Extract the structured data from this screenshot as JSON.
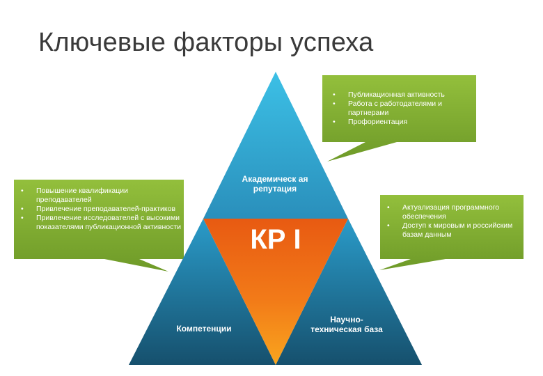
{
  "title": "Ключевые факторы успеха",
  "triangle": {
    "top_label": "Академическ ая репутация",
    "left_label": "Компетенции",
    "right_label": "Научно-техническая база",
    "center_label": "КР І"
  },
  "callouts": {
    "top": [
      "Публикационная активность",
      "Работа с работодателями и партнерами",
      "Профориентация"
    ],
    "left": [
      "Повышение квалификации преподавателей",
      "Привлечение преподавателей-практиков",
      "Привлечение исследователей с высокими показателями публикационной активности"
    ],
    "right": [
      "Актуализация программного обеспечения",
      "Доступ к мировым и российским базам данным"
    ]
  },
  "colors": {
    "triangle_top": "#35b2dd",
    "triangle_bottom": "#1a5f7f",
    "center_top": "#ef5c12",
    "center_bottom": "#f7a01d",
    "callout_top": "#8fba3a",
    "callout_bottom": "#6f9a29"
  }
}
